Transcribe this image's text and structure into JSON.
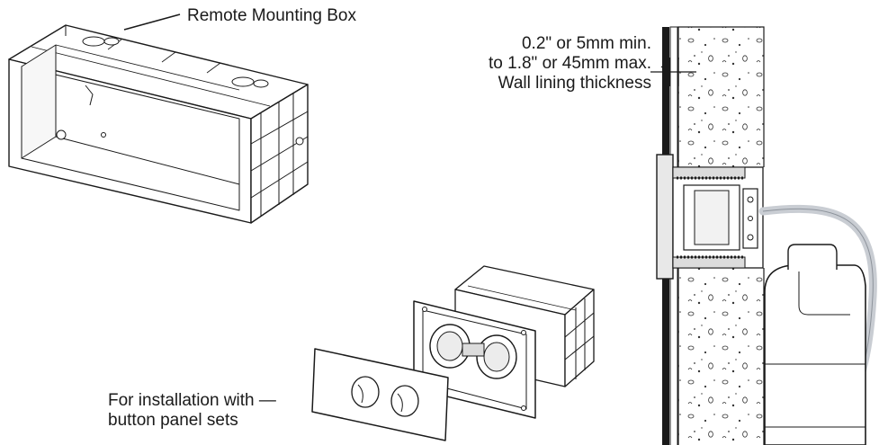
{
  "labels": {
    "remote_box": "Remote Mounting Box",
    "wall_lining": [
      "0.2\" or 5mm min.",
      "to 1.8\" or 45mm max.",
      "Wall lining thickness"
    ],
    "panel_sets": [
      "For installation with —",
      "button panel sets"
    ]
  },
  "colors": {
    "line": "#1a1a1a",
    "concrete": "#f3f3f3",
    "pipe": "#c9cdd3"
  }
}
